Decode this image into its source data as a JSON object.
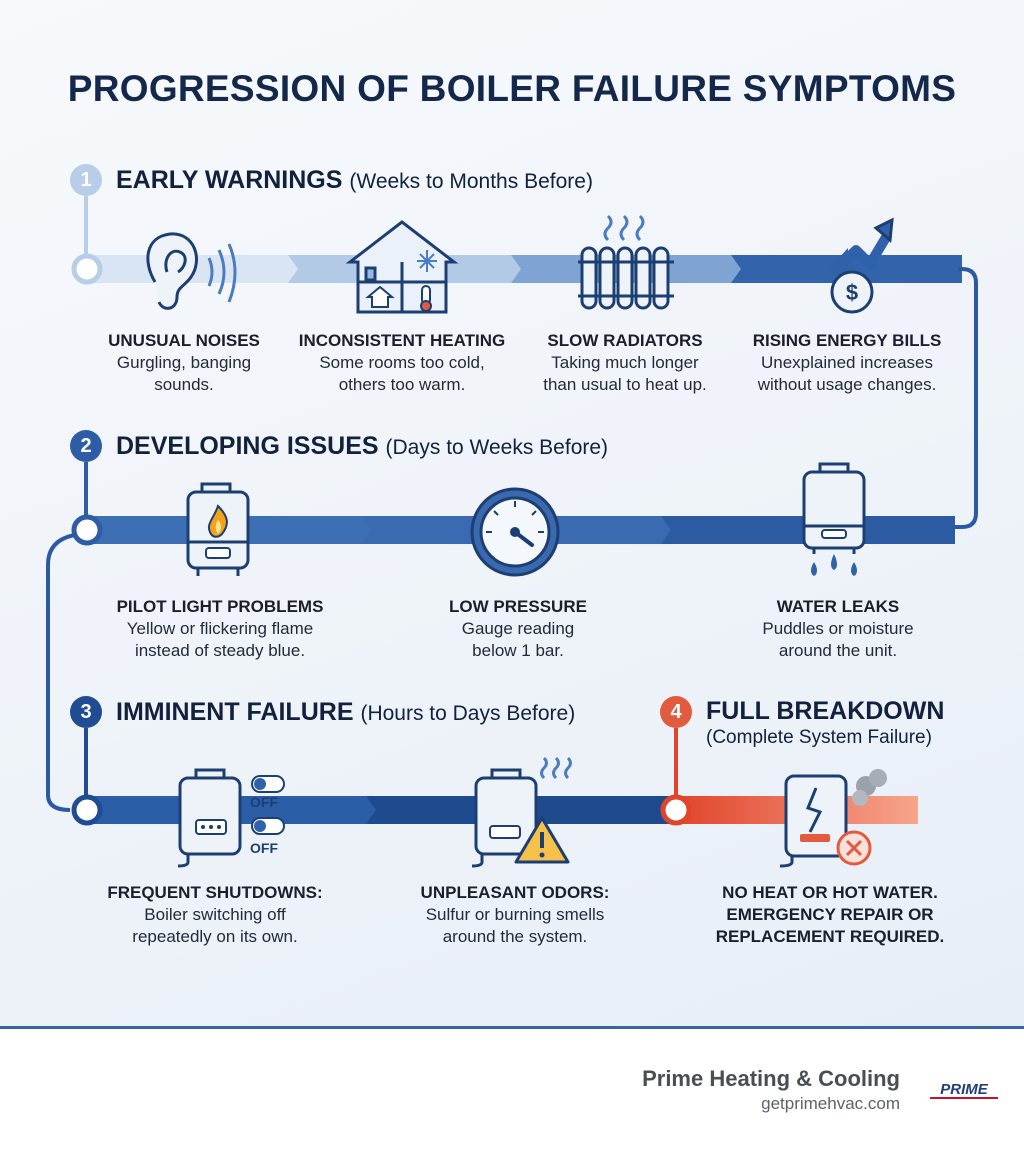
{
  "title": "PROGRESSION OF BOILER FAILURE SYMPTOMS",
  "colors": {
    "dark_blue": "#1d4f97",
    "mid_blue": "#3f73b9",
    "light_blue": "#b7cde8",
    "alert_red": "#e35b3f",
    "warning_yellow": "#f6c14a",
    "flame_orange": "#f2a31b"
  },
  "stages": [
    {
      "number": "1",
      "name": "EARLY WARNINGS",
      "timeframe": "(Weeks to Months Before)",
      "items": [
        {
          "icon": "ear-icon",
          "label": "UNUSUAL NOISES",
          "desc": [
            "Gurgling, banging",
            "sounds."
          ]
        },
        {
          "icon": "house-thermometer-icon",
          "label": "INCONSISTENT HEATING",
          "desc": [
            "Some rooms too cold,",
            "others too warm."
          ]
        },
        {
          "icon": "radiator-icon",
          "label": "SLOW RADIATORS",
          "desc": [
            "Taking much longer",
            "than usual to heat up."
          ]
        },
        {
          "icon": "rising-cost-icon",
          "label": "RISING ENERGY BILLS",
          "desc": [
            "Unexplained increases",
            "without usage changes."
          ]
        }
      ]
    },
    {
      "number": "2",
      "name": "DEVELOPING ISSUES",
      "timeframe": "(Days to Weeks Before)",
      "items": [
        {
          "icon": "boiler-flame-icon",
          "label": "PILOT LIGHT PROBLEMS",
          "desc": [
            "Yellow or flickering flame",
            "instead of steady blue."
          ]
        },
        {
          "icon": "pressure-gauge-icon",
          "label": "LOW PRESSURE",
          "desc": [
            "Gauge reading",
            "below 1 bar."
          ]
        },
        {
          "icon": "boiler-leak-icon",
          "label": "WATER LEAKS",
          "desc": [
            "Puddles or moisture",
            "around the unit."
          ]
        }
      ]
    },
    {
      "number": "3",
      "name": "IMMINENT FAILURE",
      "timeframe": "(Hours to Days Before)",
      "items": [
        {
          "icon": "boiler-off-switches-icon",
          "switch_text": "OFF",
          "label": "FREQUENT SHUTDOWNS:",
          "desc": [
            "Boiler switching off",
            "repeatedly on its own."
          ]
        },
        {
          "icon": "boiler-warning-icon",
          "label": "UNPLEASANT ODORS:",
          "desc": [
            "Sulfur or burning smells",
            "around the system."
          ]
        }
      ]
    },
    {
      "number": "4",
      "name": "FULL BREAKDOWN",
      "timeframe": "(Complete System Failure)",
      "outcome": [
        "NO HEAT OR HOT WATER.",
        "EMERGENCY REPAIR OR",
        "REPLACEMENT REQUIRED."
      ],
      "icon": "broken-boiler-icon"
    }
  ],
  "footer": {
    "company": "Prime Heating & Cooling",
    "website": "getprimehvac.com",
    "logo_text": "PRIME"
  }
}
